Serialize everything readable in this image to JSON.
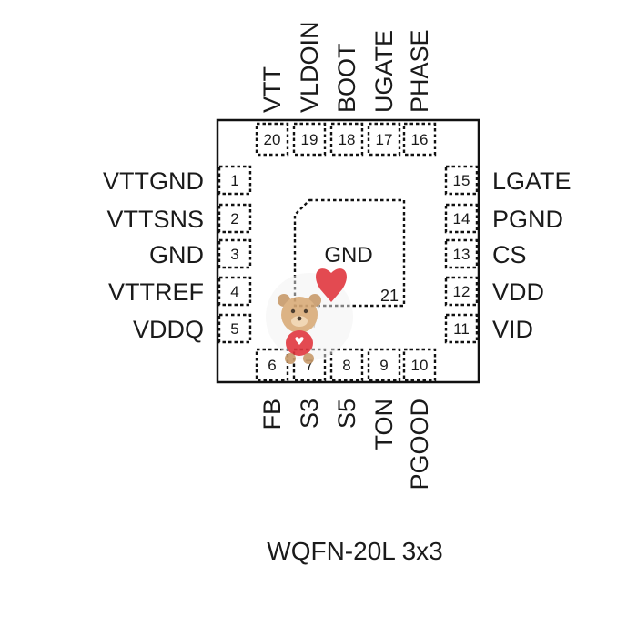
{
  "package_name": "WQFN-20L 3x3",
  "exposed_pad": {
    "label": "GND",
    "number": "21"
  },
  "pins_left": [
    {
      "num": "1",
      "name": "VTTGND"
    },
    {
      "num": "2",
      "name": "VTTSNS"
    },
    {
      "num": "3",
      "name": "GND"
    },
    {
      "num": "4",
      "name": "VTTREF"
    },
    {
      "num": "5",
      "name": "VDDQ"
    }
  ],
  "pins_bottom": [
    {
      "num": "6",
      "name": "FB"
    },
    {
      "num": "7",
      "name": "S3"
    },
    {
      "num": "8",
      "name": "S5"
    },
    {
      "num": "9",
      "name": "TON"
    },
    {
      "num": "10",
      "name": "PGOOD"
    }
  ],
  "pins_right": [
    {
      "num": "11",
      "name": "VID"
    },
    {
      "num": "12",
      "name": "VDD"
    },
    {
      "num": "13",
      "name": "CS"
    },
    {
      "num": "14",
      "name": "PGND"
    },
    {
      "num": "15",
      "name": "LGATE"
    }
  ],
  "pins_top": [
    {
      "num": "16",
      "name": "PHASE"
    },
    {
      "num": "17",
      "name": "UGATE"
    },
    {
      "num": "18",
      "name": "BOOT"
    },
    {
      "num": "19",
      "name": "VLDOIN"
    },
    {
      "num": "20",
      "name": "VTT"
    }
  ]
}
